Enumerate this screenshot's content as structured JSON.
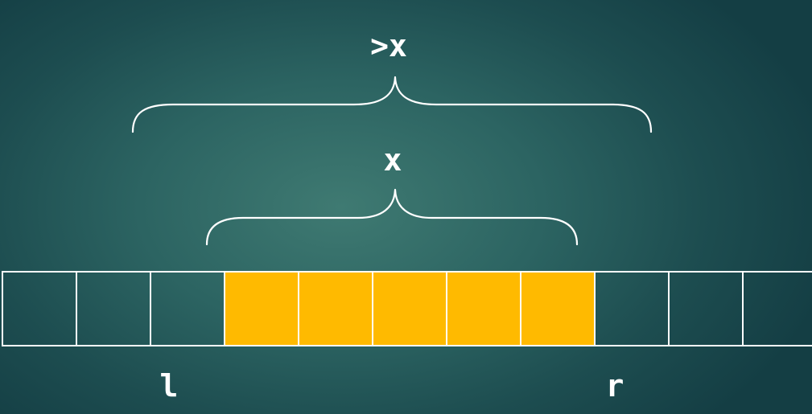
{
  "diagram": {
    "outer_brace_label": ">x",
    "inner_brace_label": "x",
    "left_pointer_label": "l",
    "right_pointer_label": "r",
    "array": {
      "cell_count": 11,
      "highlighted_cells": [
        3,
        4,
        5,
        6,
        7
      ],
      "highlight_color": "#ffba00",
      "cell_color": "transparent",
      "border_color": "#ffffff"
    }
  }
}
